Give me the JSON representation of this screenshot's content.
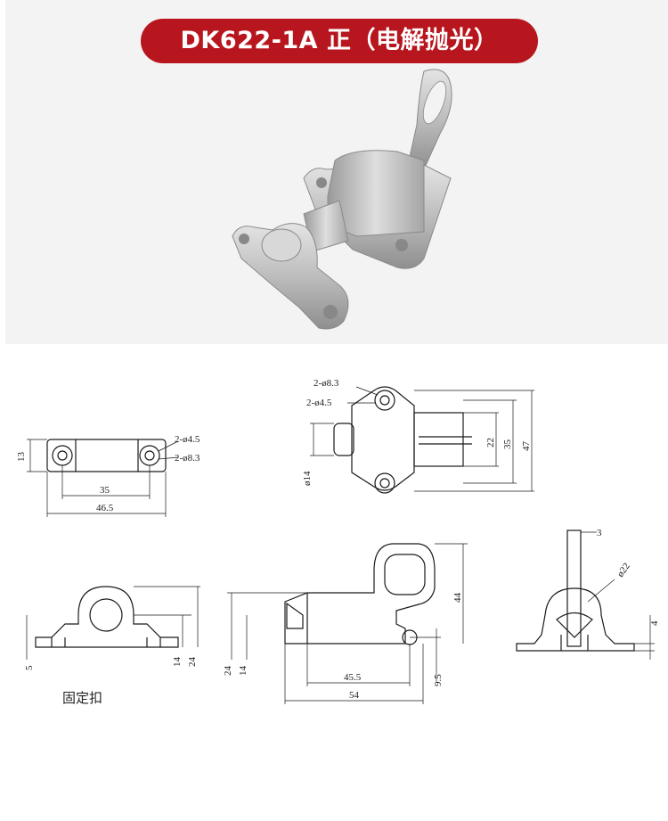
{
  "title": "DK622-1A 正（电解抛光）",
  "caption": "固定扣",
  "colors": {
    "title_bg": "#b8161e",
    "photo_bg": "#f3f3f3",
    "metal": "#c8c8c8"
  },
  "dimensions": {
    "keeper_top": {
      "hole_small": "2-ø4.5",
      "hole_large": "2-ø8.3",
      "height": "13",
      "pitch": "35",
      "width": "46.5"
    },
    "latch_top": {
      "hole_large": "2-ø8.3",
      "hole_small": "2-ø4.5",
      "bolt_dia": "ø14",
      "d1": "22",
      "d2": "35",
      "d3": "47"
    },
    "keeper_front": {
      "base": "5",
      "h1": "14",
      "h2": "24"
    },
    "latch_front": {
      "h1": "24",
      "h2": "14",
      "len1": "45.5",
      "len2": "54",
      "ring": "44",
      "pivot": "9.5"
    },
    "latch_side": {
      "ring_thk": "3",
      "dia": "ø22",
      "base": "4"
    }
  }
}
